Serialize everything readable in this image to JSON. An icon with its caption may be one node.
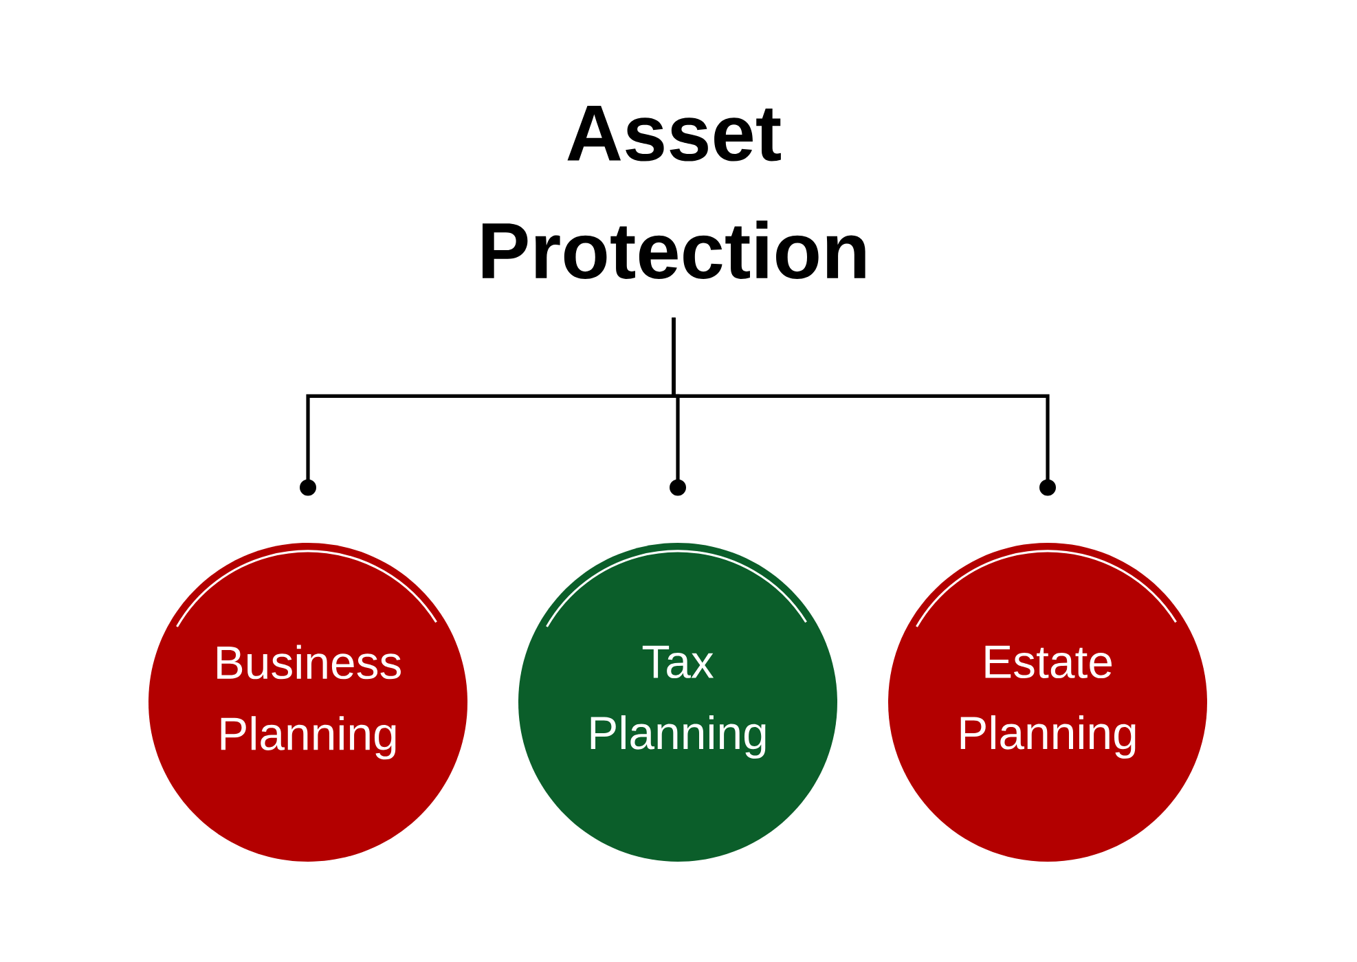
{
  "diagram": {
    "nodes": [
      {
        "text": [
          "Asset Protection"
        ]
      },
      {
        "text": [
          "Business Planning"
        ]
      },
      {
        "text": [
          "Tax Planning"
        ]
      },
      {
        "text": [
          "Estate Planning"
        ]
      }
    ],
    "edges": [
      {
        "from": 0,
        "to": 1,
        "arrow": "other"
      },
      {
        "from": 0,
        "to": 2,
        "arrow": "other"
      },
      {
        "from": 0,
        "to": 3,
        "arrow": "other"
      }
    ]
  }
}
